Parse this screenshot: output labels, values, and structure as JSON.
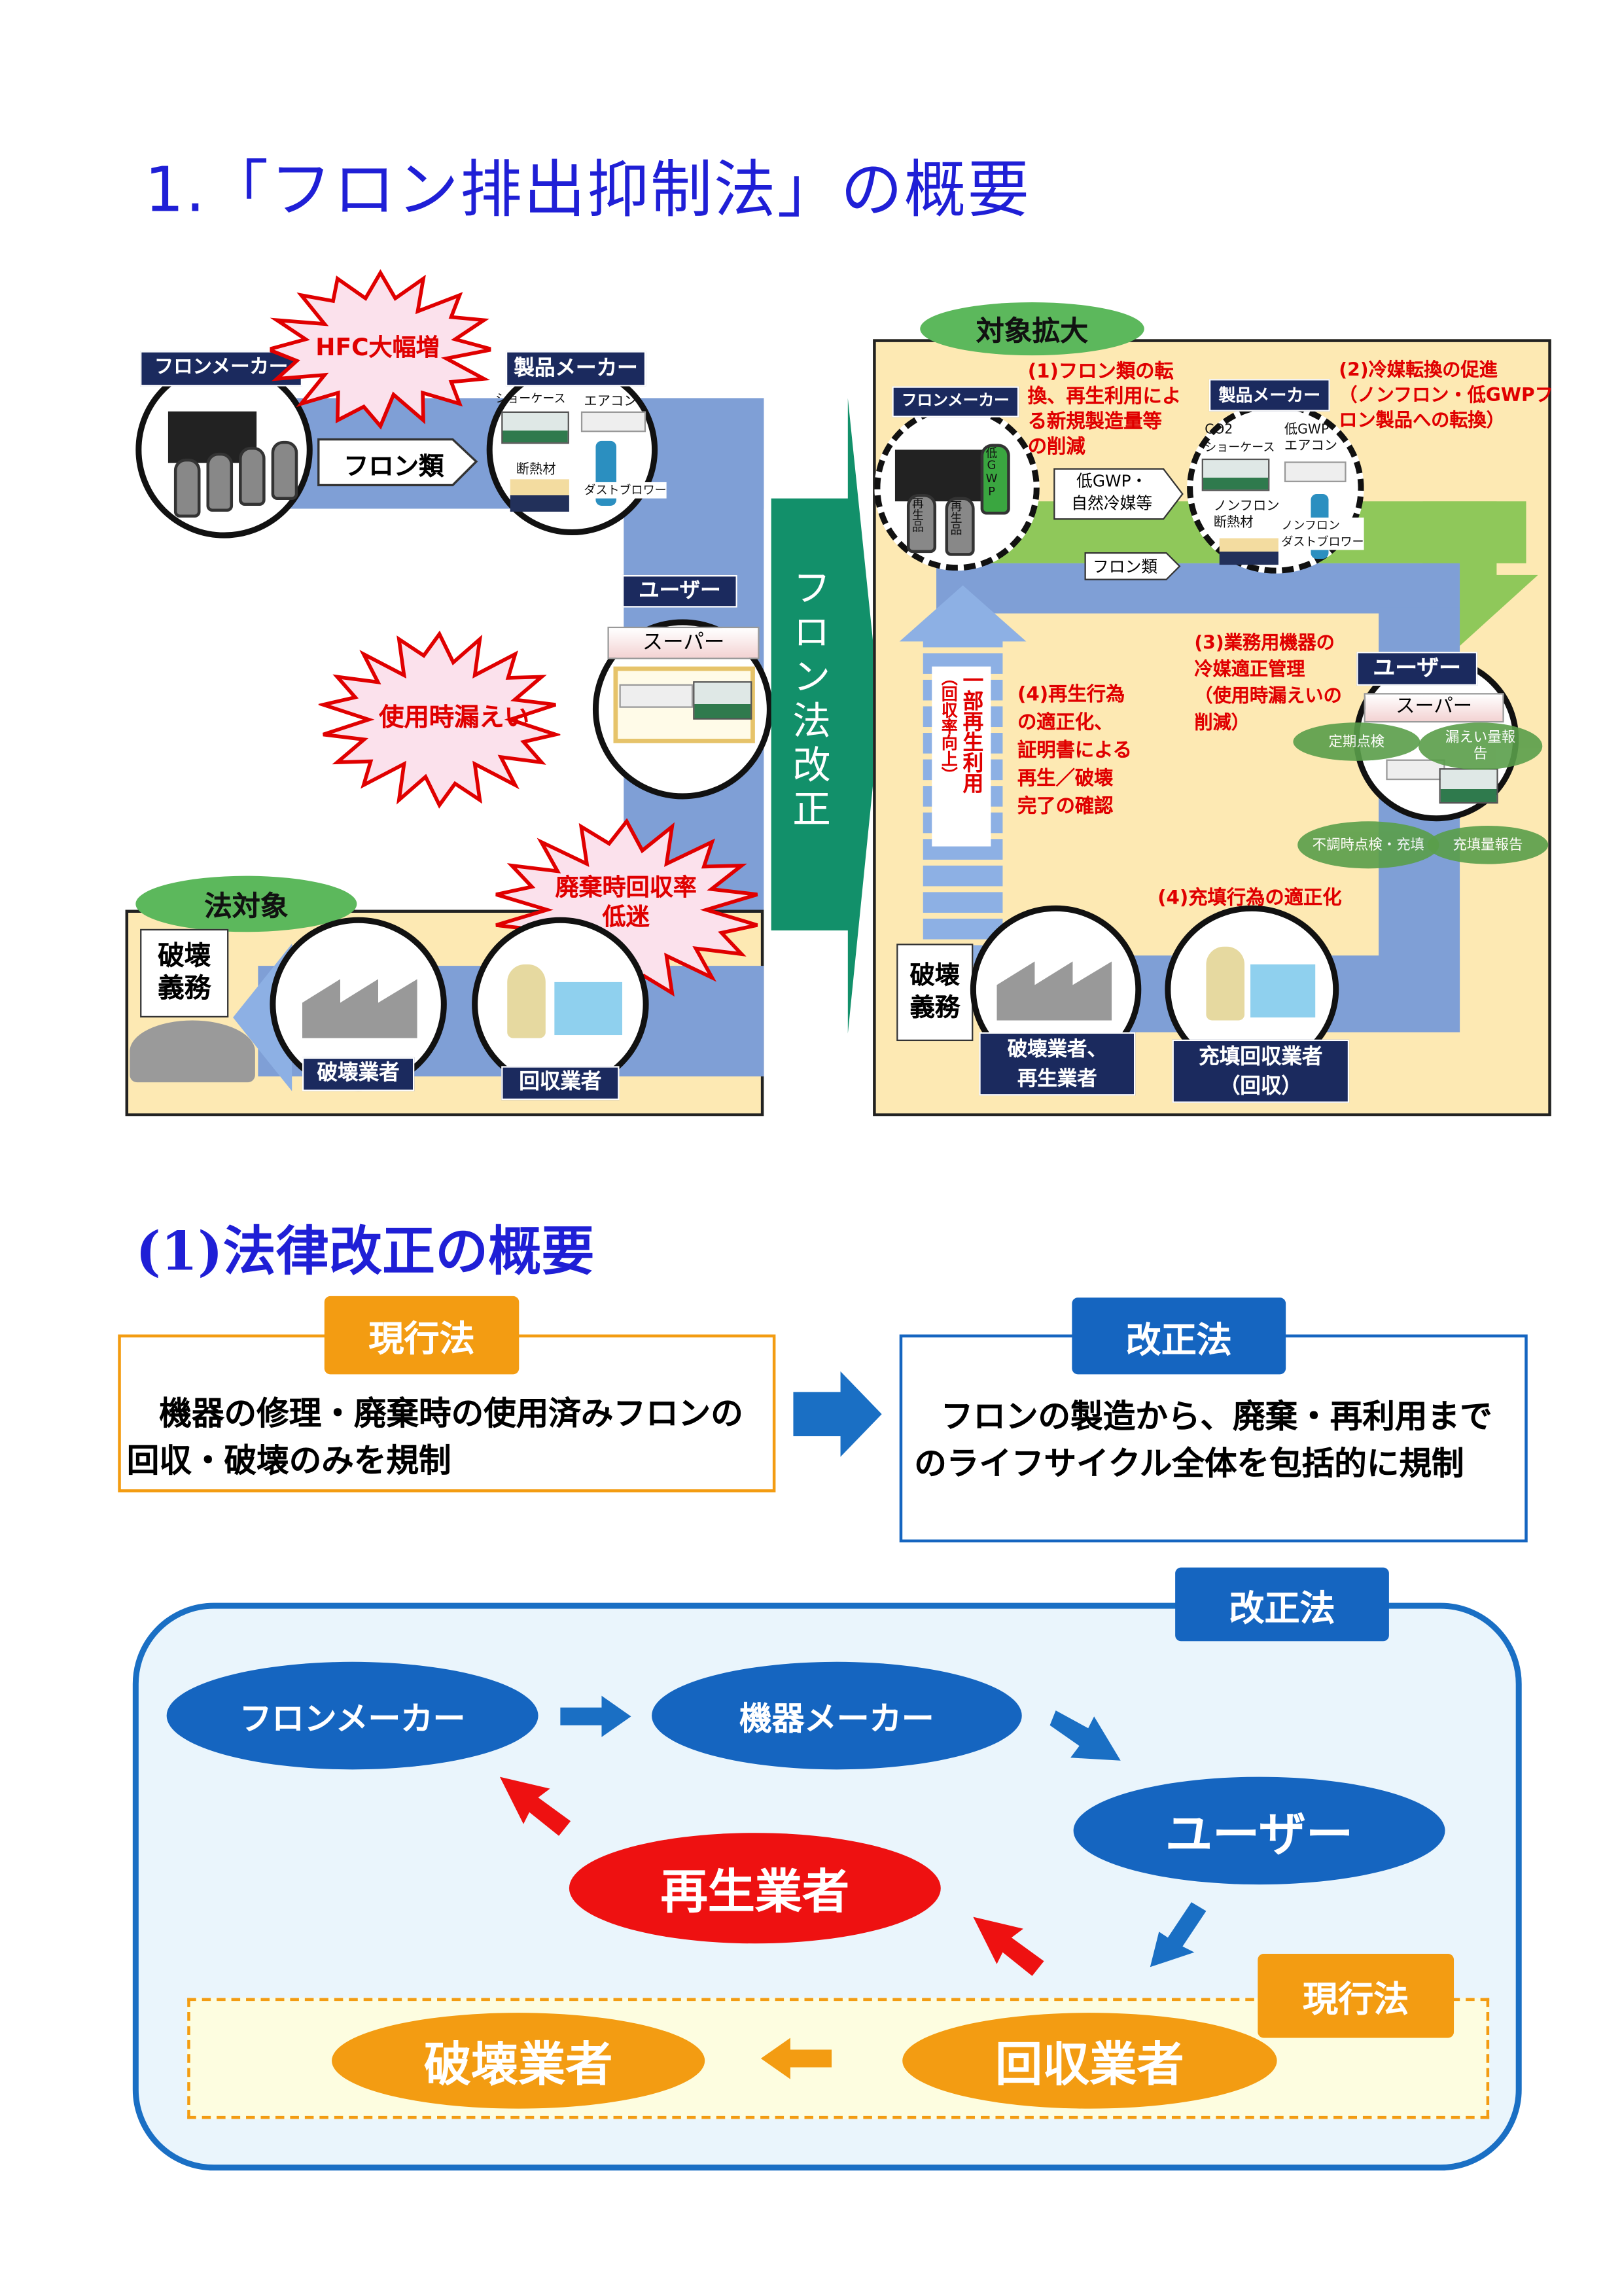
{
  "title": "1.「フロン排出抑制法」の概要",
  "left_diagram": {
    "freon_maker": "フロンメーカー",
    "product_maker": "製品メーカー",
    "products": [
      "ショーケース",
      "エアコン",
      "断熱材",
      "ダストブロワー"
    ],
    "freon_arrow": "フロン類",
    "burst_hfc": "HFC大幅増",
    "user": "ユーザー",
    "supermarket": "スーパー",
    "burst_leak": "使用時漏えい",
    "burst_recovery": [
      "廃棄時回収率",
      "低迷"
    ],
    "law_target": "法対象",
    "destroy_duty": [
      "破壊",
      "義務"
    ],
    "destroyer": "破壊業者",
    "recoverer": "回収業者"
  },
  "revision_arrow": "フロン法改正",
  "right_diagram": {
    "scope_expand": "対象拡大",
    "freon_maker": "フロンメーカー",
    "tank_low_gwp": "低GWP",
    "tank_recycled": "再生品",
    "note1": [
      "(1)フロン類の転",
      "換、再生利用によ",
      "る新規製造量等",
      "の削減"
    ],
    "low_gwp_arrow": [
      "低GWP・",
      "自然冷媒等"
    ],
    "product_maker": "製品メーカー",
    "products": [
      "CO2",
      "ショーケース",
      "低GWP",
      "エアコン",
      "ノンフロン",
      "断熱材",
      "ノンフロン",
      "ダストブロワー"
    ],
    "note2": [
      "(2)冷媒転換の促進",
      "（ノンフロン・低GWPフ",
      "ロン製品への転換）"
    ],
    "freon_arrow": "フロン類",
    "note3": [
      "(3)業務用機器の",
      "冷媒適正管理",
      "（使用時漏えいの",
      "削減）"
    ],
    "note4": [
      "(4)再生行為",
      "の適正化、",
      "証明書による",
      "再生／破壊",
      "完了の確認"
    ],
    "recycle_label": "一部再生利用",
    "recycle_sub": "（回収率向上）",
    "user": "ユーザー",
    "supermarket": "スーパー",
    "checks": [
      "定期点検",
      "漏えい量報告",
      "不調時点検・充填",
      "充填量報告"
    ],
    "note5": "(4)充填行為の適正化",
    "destroy_duty": [
      "破壊",
      "義務"
    ],
    "destroyer": [
      "破壊業者、",
      "再生業者"
    ],
    "filler": [
      "充填回収業者",
      "（回収）"
    ]
  },
  "section_title": "(1)法律改正の概要",
  "current_law": {
    "tab": "現行法",
    "text": "機器の修理・廃棄時の使用済みフロンの回収・破壊のみを規制"
  },
  "revised_law": {
    "tab": "改正法",
    "text": "フロンの製造から、廃棄・再利用までのライフサイクル全体を包括的に規制"
  },
  "flow": {
    "tab_revised": "改正法",
    "tab_current": "現行法",
    "freon_maker": "フロンメーカー",
    "device_maker": "機器メーカー",
    "user": "ユーザー",
    "recycler": "再生業者",
    "destroyer": "破壊業者",
    "recoverer": "回収業者"
  },
  "colors": {
    "title": "#1f1fd6",
    "navy": "#1b2a5e",
    "blue": "#1565c0",
    "orange": "#f39c12",
    "red": "#e00000"
  }
}
